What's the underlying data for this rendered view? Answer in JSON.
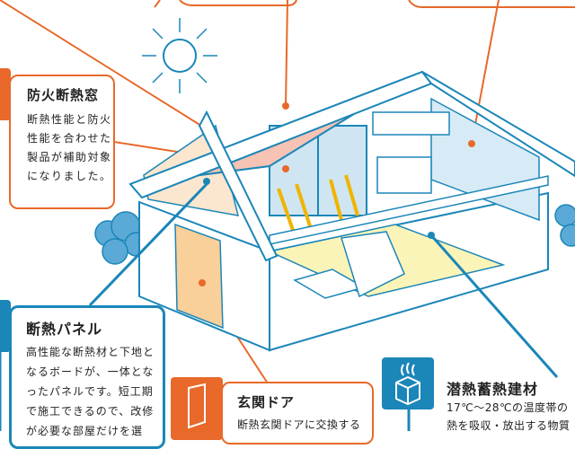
{
  "callouts": {
    "window": {
      "title": "防火断熱窓",
      "body": "断熱性能と防火性能を合わせた製品が補助対象になりました。"
    },
    "panel": {
      "title": "断熱パネル",
      "body": "高性能な断熱材と下地となるボードが、一体となったパネルです。短工期で施工できるので、改修が必要な部屋だけを選"
    },
    "door": {
      "title": "玄関ドア",
      "body": "断熱玄関ドアに交換する"
    },
    "latent": {
      "title": "潜熱蓄熱建材",
      "body": "17℃〜28℃の温度帯の熱を吸収・放出する物質"
    }
  },
  "colors": {
    "orange": "#e8692a",
    "blue": "#1b86b8",
    "roof": "#f6c3b5",
    "floor": "#fbf4b8",
    "door": "#f9cf9a"
  }
}
